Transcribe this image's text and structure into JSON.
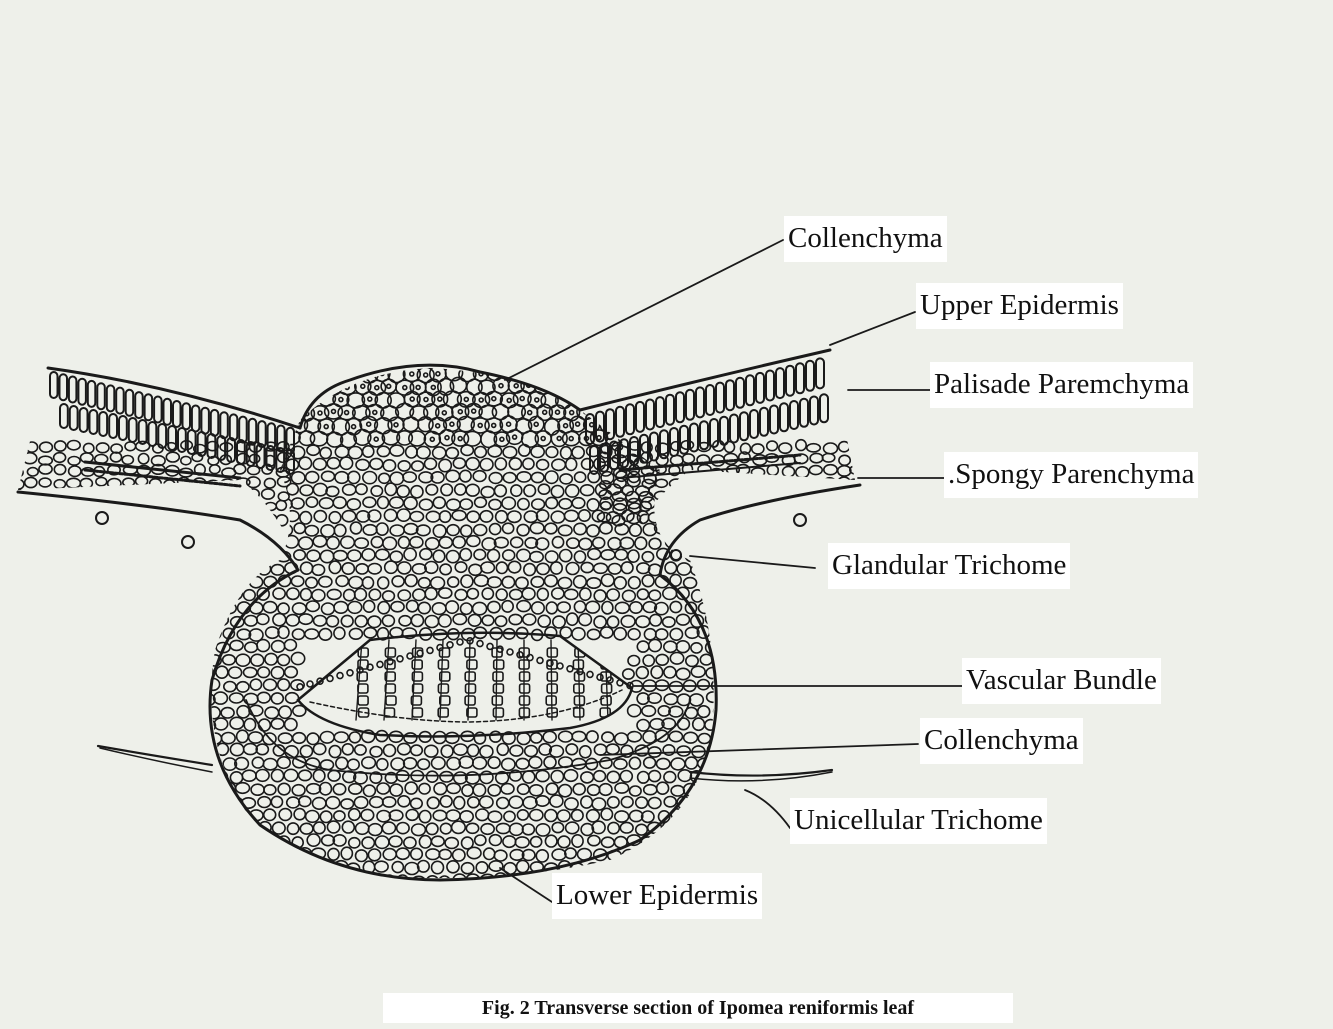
{
  "figure": {
    "caption": "Fig. 2 Transverse section of Ipomea reniformis leaf",
    "labels": {
      "collenchyma_upper": "Collenchyma",
      "upper_epidermis": "Upper Epidermis",
      "palisade": "Palisade Paremchyma",
      "spongy": ".Spongy Parenchyma",
      "glandular_trichome": "Glandular Trichome",
      "vascular_bundle": "Vascular Bundle",
      "collenchyma_lower": "Collenchyma",
      "unicellular_trichome": "Unicellular Trichome",
      "lower_epidermis": "Lower Epidermis"
    }
  },
  "colors": {
    "paper": "#eef0ea",
    "ink": "#1a1a1a",
    "label_bg": "#ffffff"
  }
}
